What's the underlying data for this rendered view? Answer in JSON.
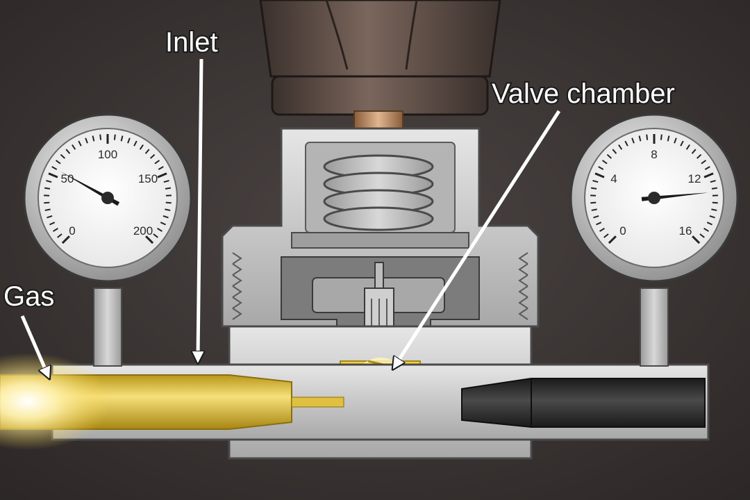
{
  "labels": {
    "inlet": "Inlet",
    "valve_chamber": "Valve chamber",
    "gas": "Gas"
  },
  "left_gauge": {
    "ticks": [
      "0",
      "50",
      "100",
      "150",
      "200"
    ],
    "reading": 55
  },
  "right_gauge": {
    "ticks": [
      "0",
      "4",
      "8",
      "12",
      "16"
    ],
    "reading": 13
  },
  "colors": {
    "background": "#3a3433",
    "metal": "#c8c8c8",
    "gas_glow": "#f3d24a",
    "outlet_hose": "#2c2c2c",
    "stem_brass": "#c9946a"
  }
}
